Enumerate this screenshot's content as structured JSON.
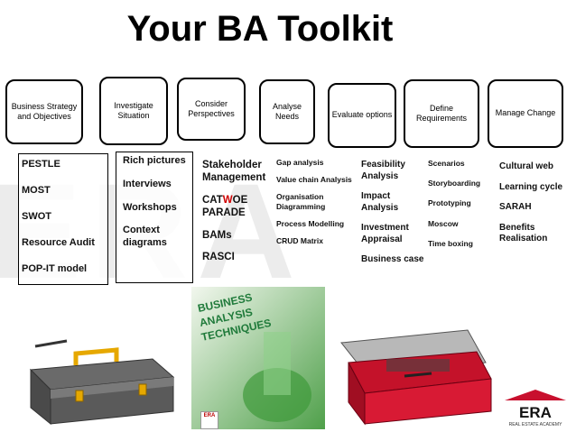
{
  "title": "Your BA Toolkit",
  "stages": [
    {
      "label": "Business Strategy and Objectives"
    },
    {
      "label": "Investigate Situation"
    },
    {
      "label": "Consider Perspectives"
    },
    {
      "label": "Analyse Needs"
    },
    {
      "label": "Evaluate options"
    },
    {
      "label": "Define Requirements"
    },
    {
      "label": "Manage Change"
    }
  ],
  "columns": {
    "business_strategy": [
      "PESTLE",
      "MOST",
      "SWOT",
      "Resource Audit",
      "POP-IT model"
    ],
    "investigate": [
      "Rich pictures",
      "Interviews",
      "Workshops",
      "Context diagrams"
    ],
    "perspectives": {
      "stakeholder": "Stakeholder Management",
      "catwoe_pre": "CAT",
      "catwoe_w": "W",
      "catwoe_post": "OE",
      "parade": "PARADE",
      "bams": "BAMs",
      "rasci": "RASCI"
    },
    "analyse": [
      "Gap analysis",
      "Value chain Analysis",
      "Organisation Diagramming",
      "Process Modelling",
      "CRUD Matrix"
    ],
    "evaluate": [
      "Feasibility Analysis",
      "Impact Analysis",
      "Investment Appraisal",
      "Business case"
    ],
    "define": [
      "Scenarios",
      "Storyboarding",
      "Prototyping",
      "Moscow",
      "Time boxing"
    ],
    "manage": [
      "Cultural web",
      "Learning cycle",
      "SARAH",
      "Benefits Realisation"
    ]
  },
  "images": {
    "left_toolbox": "toolbox-icon",
    "book": "book-cover-image",
    "book_title": "BUSINESS ANALYSIS TECHNIQUES",
    "right_toolbox": "red-toolbox-icon"
  },
  "logo": {
    "text": "ERA",
    "sub": "REAL ESTATE ACADEMY"
  },
  "small_logo": "ERA",
  "colors": {
    "accent_red": "#d00000",
    "logo_red": "#c8102e",
    "box_green": "#1f7a3a"
  }
}
